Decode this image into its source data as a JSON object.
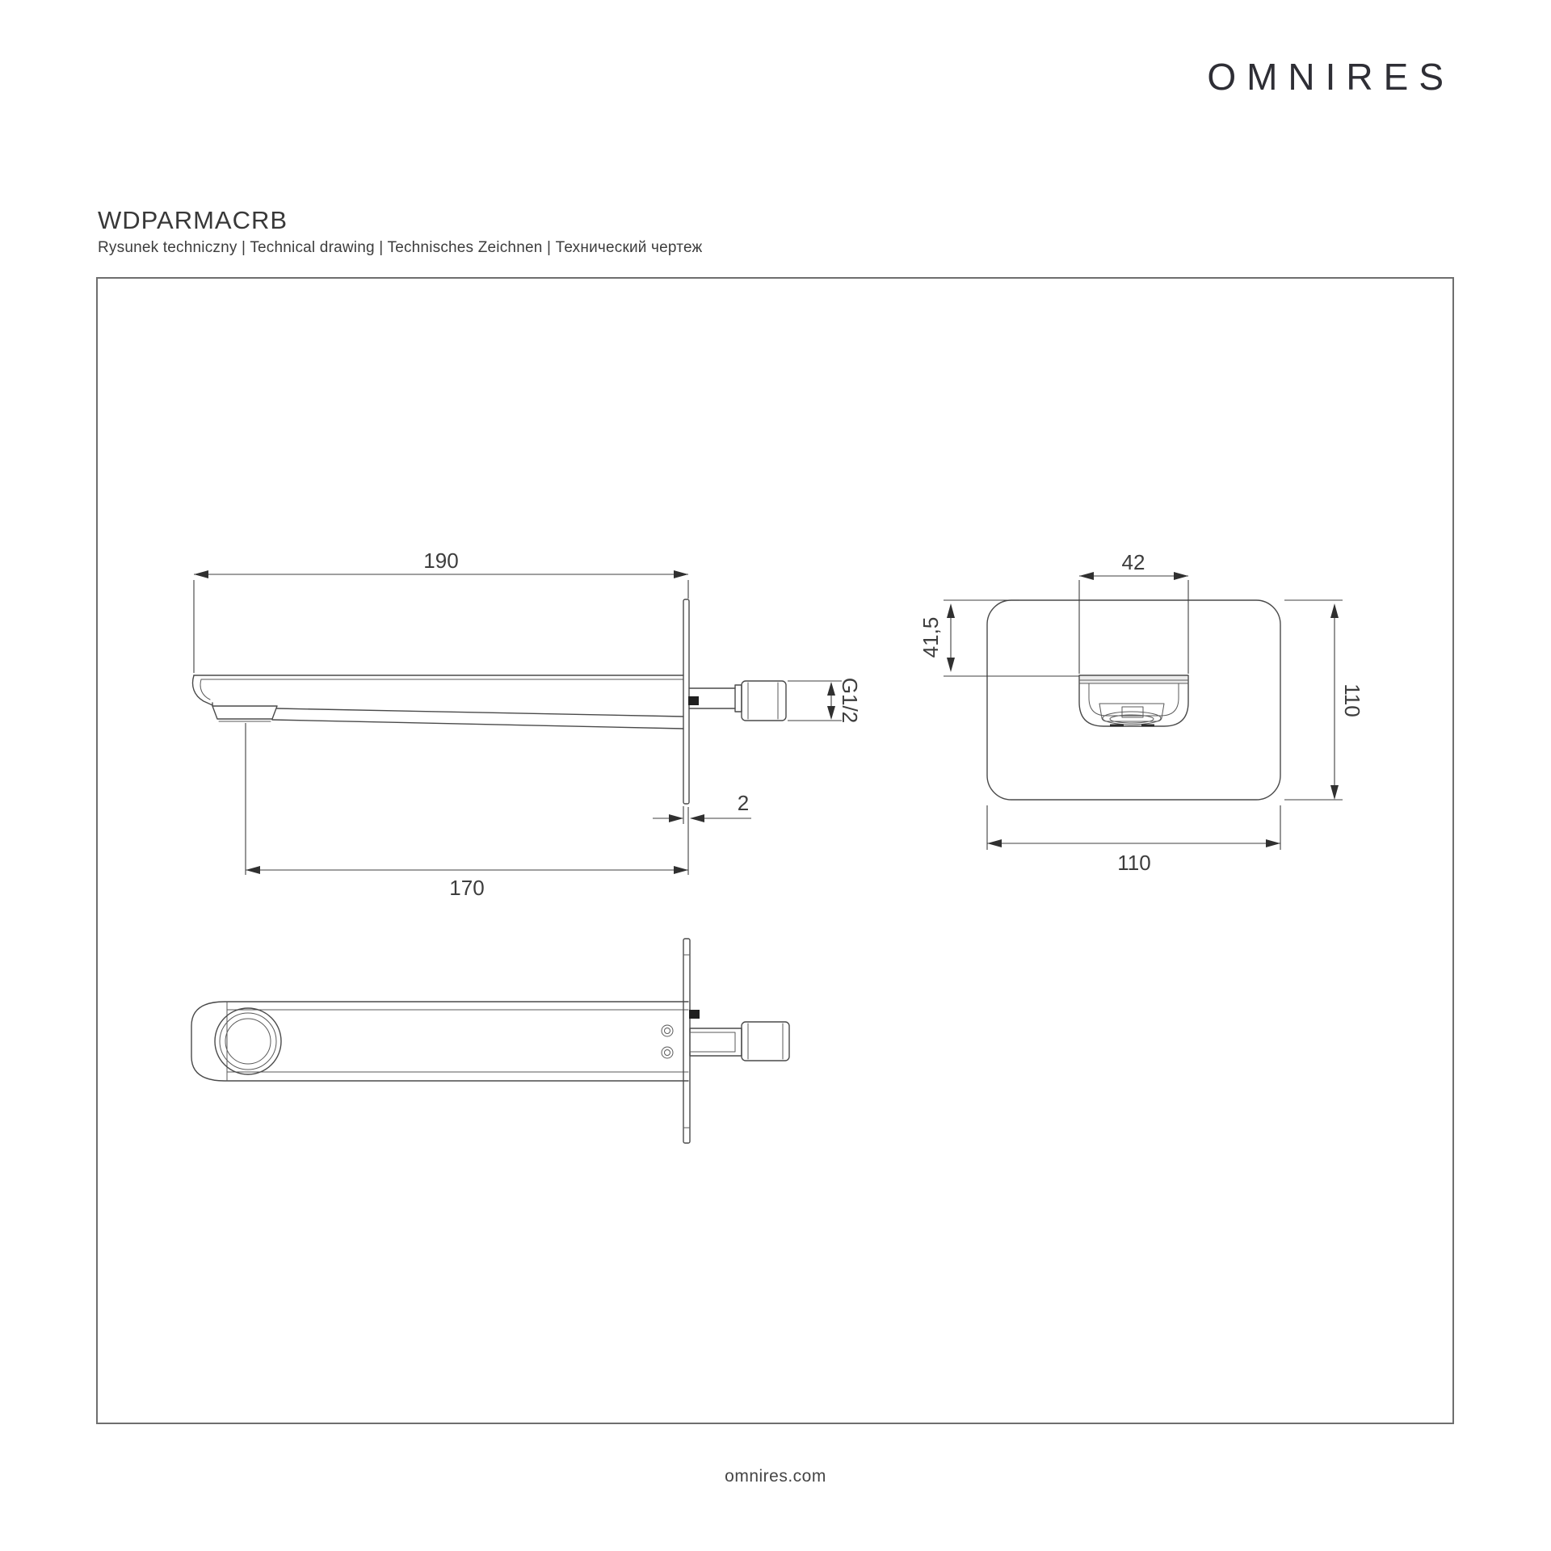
{
  "page": {
    "logo": "OMNIRES",
    "footer": "omnires.com"
  },
  "product": {
    "code": "WDPARMACRB",
    "subtitle": "Rysunek techniczny | Technical drawing | Technisches Zeichnen | Технический чертеж"
  },
  "dimensions": {
    "side_view": {
      "total_length": "190",
      "spout_length": "170",
      "wall_plate_thickness": "2",
      "thread_size": "G1/2"
    },
    "front_view": {
      "spout_width": "42",
      "plate_top_to_spout": "41,5",
      "plate_height": "110",
      "plate_width": "110"
    }
  },
  "colors": {
    "line": "#4a4a4a",
    "dimension": "#3f3f3f",
    "text": "#3a3a3a"
  }
}
